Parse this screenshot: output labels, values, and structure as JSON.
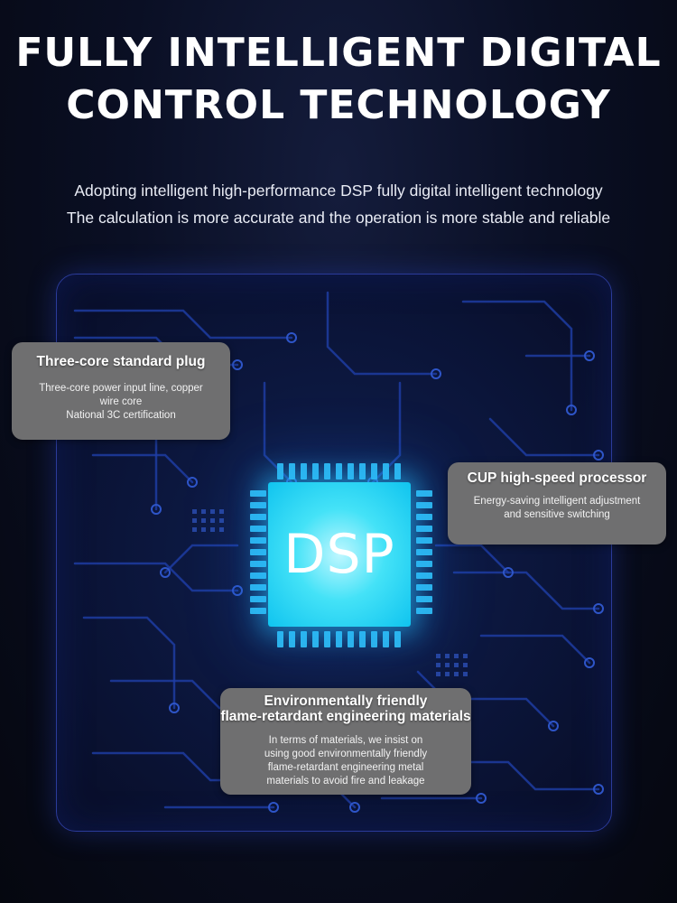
{
  "headline": {
    "line1": "FULLY INTELLIGENT DIGITAL",
    "line2": "CONTROL TECHNOLOGY"
  },
  "subtitle": {
    "line1": "Adopting intelligent high-performance DSP fully digital intelligent technology",
    "line2": "The calculation is more accurate and the operation is more stable and reliable"
  },
  "chip": {
    "label": "DSP"
  },
  "cards": [
    {
      "title": "Three-core standard plug",
      "lines": [
        "Three-core power input line, copper",
        "wire core",
        "National 3C certification"
      ]
    },
    {
      "title": "CUP high-speed processor",
      "lines": [
        "Energy-saving intelligent adjustment",
        "and sensitive switching"
      ]
    },
    {
      "title_lines": [
        "Environmentally friendly",
        "flame-retardant engineering materials"
      ],
      "lines": [
        "In terms of materials, we insist on",
        "using good environmentally friendly",
        "flame-retardant engineering metal",
        "materials to avoid fire and leakage"
      ]
    }
  ],
  "colors": {
    "background": "#0a0f24",
    "board_border": "#2b3b9a",
    "circuit_trace": "#1f3fa8",
    "chip_glow": "#44e2f7",
    "card_bg": "#6f6f70"
  }
}
